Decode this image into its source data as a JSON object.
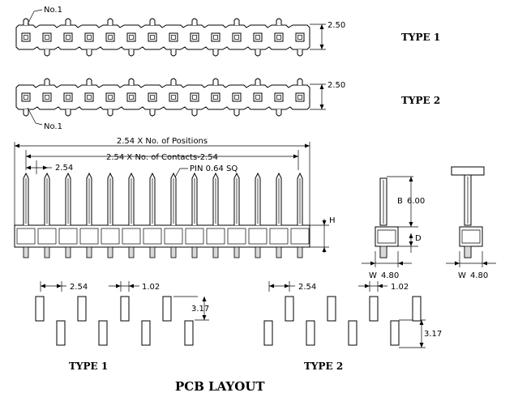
{
  "labels": {
    "no1_top": "No.1",
    "no1_bottom": "No.1",
    "dim_type1_height": "2.50",
    "dim_type2_height": "2.50",
    "type1": "TYPE 1",
    "type2": "TYPE 2",
    "positions": "2.54 X No. of Positions",
    "contacts": "2.54 X No. of Contacts-2.54",
    "pitch": "2.54",
    "pin": "PIN 0.64 SQ",
    "h": "H",
    "b": "B",
    "b_value": "6.00",
    "d": "D",
    "w1": "W",
    "w1_value": "4.80",
    "w2": "W",
    "w2_value": "4.80",
    "pcb_pitch1": "2.54",
    "pcb_hole1": "1.02",
    "pcb_offset1": "3.17",
    "pcb_pitch2": "2.54",
    "pcb_hole2": "1.02",
    "pcb_offset2": "3.17",
    "pcb_type1": "TYPE 1",
    "pcb_type2": "TYPE 2",
    "pcb_layout": "PCB LAYOUT"
  },
  "colors": {
    "line": "#000000",
    "background": "#ffffff",
    "fill_gray": "#d8d8d8"
  }
}
